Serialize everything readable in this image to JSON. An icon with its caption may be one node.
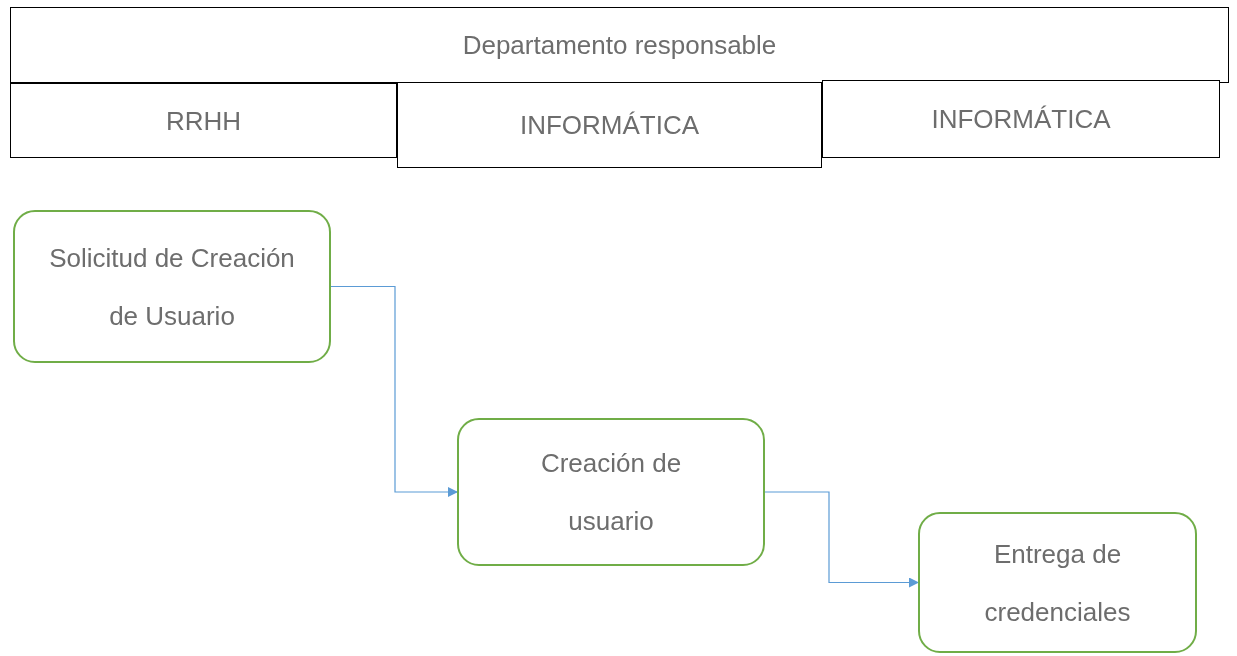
{
  "diagram": {
    "nodes": [
      {
        "text": [
          "Departamento responsable"
        ]
      },
      {
        "text": [
          "RRHH"
        ]
      },
      {
        "text": [
          "INFORMÁTICA"
        ]
      },
      {
        "text": [
          "INFORMÁTICA"
        ]
      },
      {
        "text": [
          "Solicitud de Creación de Usuario"
        ]
      },
      {
        "text": [
          "Creación de usuario"
        ]
      },
      {
        "text": [
          "Entrega de credenciales"
        ]
      }
    ],
    "edges": [
      {
        "from": 4,
        "to": 5,
        "arrow": "to"
      },
      {
        "from": 5,
        "to": 6,
        "arrow": "to"
      }
    ]
  }
}
